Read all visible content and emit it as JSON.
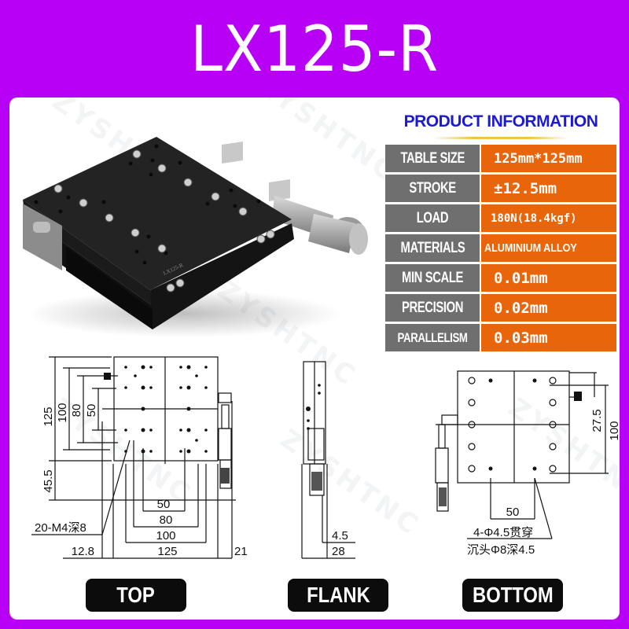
{
  "header": {
    "title": "LX125-R"
  },
  "colors": {
    "background": "#b900f6",
    "card": "#ffffff",
    "info_title": "#1a1ad6",
    "label_cell": "#6f6f6f",
    "value_cell": "#e8650a",
    "view_label_bg": "#0c0c0c"
  },
  "photo": {
    "alt": "Black aluminium manual linear stage with micrometer",
    "engraving": "LX125-R",
    "watermark": "ZYSHTNC"
  },
  "product_info": {
    "title": "PRODUCT INFORMATION",
    "rows": [
      {
        "label": "TABLE SIZE",
        "value": "125mm*125mm"
      },
      {
        "label": "STROKE",
        "value": "±12.5mm"
      },
      {
        "label": "LOAD",
        "value": "180N(18.4kgf)"
      },
      {
        "label": "MATERIALS",
        "value": "ALUMINIUM ALLOY"
      },
      {
        "label": "MIN SCALE",
        "value": "0.01mm"
      },
      {
        "label": "PRECISION",
        "value": "0.02mm"
      },
      {
        "label": "PARALLELISM",
        "value": "0.03mm"
      }
    ]
  },
  "drawings": {
    "top": {
      "vertical_dims": [
        "125",
        "100",
        "80",
        "50",
        "45.5"
      ],
      "horizontal_dims": [
        "50",
        "80",
        "100",
        "125",
        "12.8",
        "21"
      ],
      "hole_note": "20-M4深8"
    },
    "flank": {
      "dims": [
        "4.5",
        "28"
      ]
    },
    "bottom": {
      "vertical_dims": [
        "27.5",
        "100"
      ],
      "horizontal_dims": [
        "50"
      ],
      "hole_note_line1": "4-Φ4.5贯穿",
      "hole_note_line2": "沉头Φ8深4.5"
    }
  },
  "view_labels": {
    "top": "TOP",
    "flank": "FLANK",
    "bottom": "BOTTOM"
  }
}
